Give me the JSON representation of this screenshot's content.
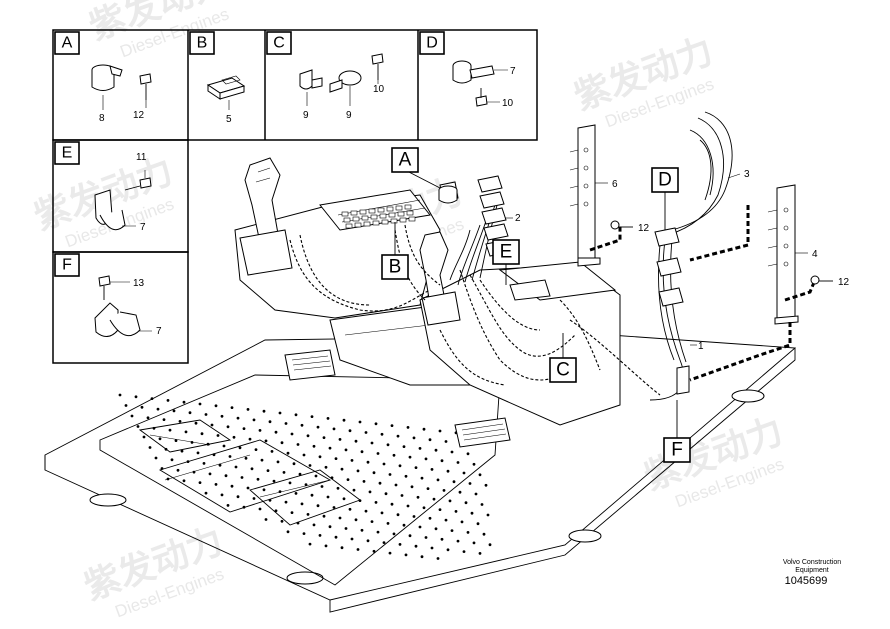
{
  "watermark": {
    "brand_cn": "紫发动力",
    "brand_en": "Diesel-Engines"
  },
  "detail_panels": [
    {
      "letter": "A",
      "labels": [
        "8",
        "12"
      ]
    },
    {
      "letter": "B",
      "labels": [
        "5"
      ]
    },
    {
      "letter": "C",
      "labels": [
        "9",
        "9",
        "10"
      ]
    },
    {
      "letter": "D",
      "labels": [
        "7",
        "10"
      ]
    },
    {
      "letter": "E",
      "labels": [
        "11",
        "7"
      ]
    },
    {
      "letter": "F",
      "labels": [
        "13",
        "7"
      ]
    }
  ],
  "main_callouts": [
    "A",
    "B",
    "C",
    "D",
    "E",
    "F"
  ],
  "part_numbers": [
    "1",
    "2",
    "3",
    "4",
    "6",
    "12",
    "12"
  ],
  "footer": {
    "line1": "Volvo Construction",
    "line2": "Equipment",
    "doc_number": "1045699"
  }
}
